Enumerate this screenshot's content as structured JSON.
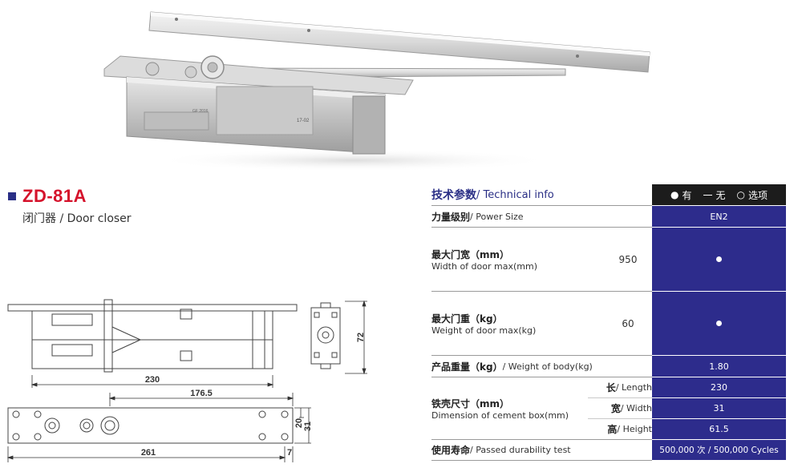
{
  "product": {
    "model": "ZD-81A",
    "subtitle": "闭门器 / Door closer",
    "photo_marks": {
      "label_a": "17-02",
      "label_b": "GF 2016"
    }
  },
  "drawings": {
    "front_width": "230",
    "side_height": "72",
    "top_inner": "176.5",
    "top_overall": "261",
    "top_edge": "7",
    "top_h1": "20",
    "top_h2": "31"
  },
  "spec": {
    "header_cn": "技术参数",
    "header_en": " / Technical info",
    "legend": {
      "has_symbol": "●",
      "has": "有",
      "none_symbol": "一",
      "none": "无",
      "option_symbol": "○",
      "option": "选项"
    },
    "power": {
      "cn": "力量级别",
      "en": " / Power Size",
      "value": "EN2"
    },
    "door_width": {
      "cn": "最大门宽（mm）",
      "en": "Width of door max(mm)",
      "num": "950"
    },
    "door_weight": {
      "cn": "最大门重（kg）",
      "en": "Weight of door max(kg)",
      "num": "60"
    },
    "body_weight": {
      "cn": "产品重量（kg）",
      "en": " / Weight of body(kg)",
      "value": "1.80"
    },
    "cement_box": {
      "cn": "铁壳尺寸（mm）",
      "en": "Dimension of cement box(mm)",
      "length_cn": "长",
      "length_en": " / Length",
      "length": "230",
      "width_cn": "宽",
      "width_en": " / Width",
      "width": "31",
      "height_cn": "高",
      "height_en": " / Height",
      "height": "61.5"
    },
    "durability": {
      "cn": "使用寿命",
      "en": " / Passed durability test",
      "value": "500,000 次 / 500,000 Cycles"
    }
  }
}
